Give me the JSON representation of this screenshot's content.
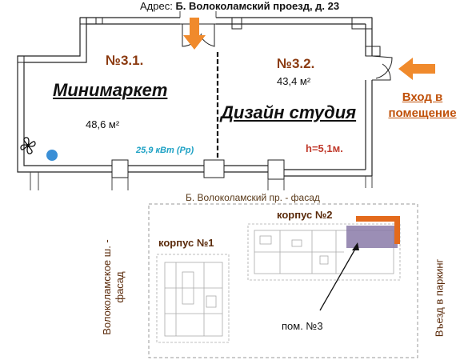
{
  "header": {
    "address_label": "Адрес:",
    "address_value": "Б. Волоколамский проезд, д. 23"
  },
  "rooms": [
    {
      "number": "№3.1.",
      "name": "Минимаркет",
      "area": "48,6 м²",
      "power": "25,9 кВт (Рр)"
    },
    {
      "number": "№3.2.",
      "name": "Дизайн студия",
      "area": "43,4 м²",
      "height": "h=5,1м."
    }
  ],
  "entrance_label": "Вход в помещение",
  "site_plan": {
    "facade_top": "Б. Волоколамский пр. - фасад",
    "facade_left": "Волоколамское ш. - фасад",
    "parking_entry": "Въезд в паркинг",
    "building_1": "корпус №1",
    "building_2": "корпус №2",
    "unit_label": "пом. №3"
  },
  "colors": {
    "arrow_orange": "#f08a2c",
    "room_number": "#8b3a10",
    "power_text": "#1da1c4",
    "unit_highlight": "#8a7aa8"
  }
}
